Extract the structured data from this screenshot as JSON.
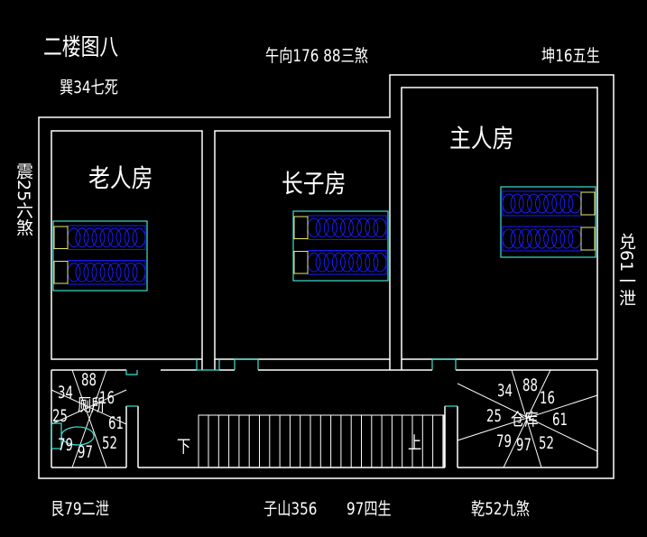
{
  "title": "二楼图八",
  "directions": {
    "xun": "巽34七死",
    "wu": "午向176  88三煞",
    "kun": "坤16五生",
    "zhen": "震25六煞",
    "dui": "兑61一泄",
    "gen": "艮79二泄",
    "zi": "子山356",
    "zi_star": "97四生",
    "qian": "乾52九煞"
  },
  "rooms": {
    "elder": "老人房",
    "eldest_son": "长子房",
    "master": "主人房",
    "toilet": "厕所",
    "storage": "仓库"
  },
  "stairs": {
    "down": "下",
    "up": "上"
  },
  "grid_numbers": [
    "34",
    "88",
    "16",
    "25",
    "61",
    "79",
    "97",
    "52"
  ],
  "colors": {
    "background": "#000000",
    "wall": "#ffffff",
    "furniture": "#40e0d0",
    "bedding": "#1a1aff"
  }
}
